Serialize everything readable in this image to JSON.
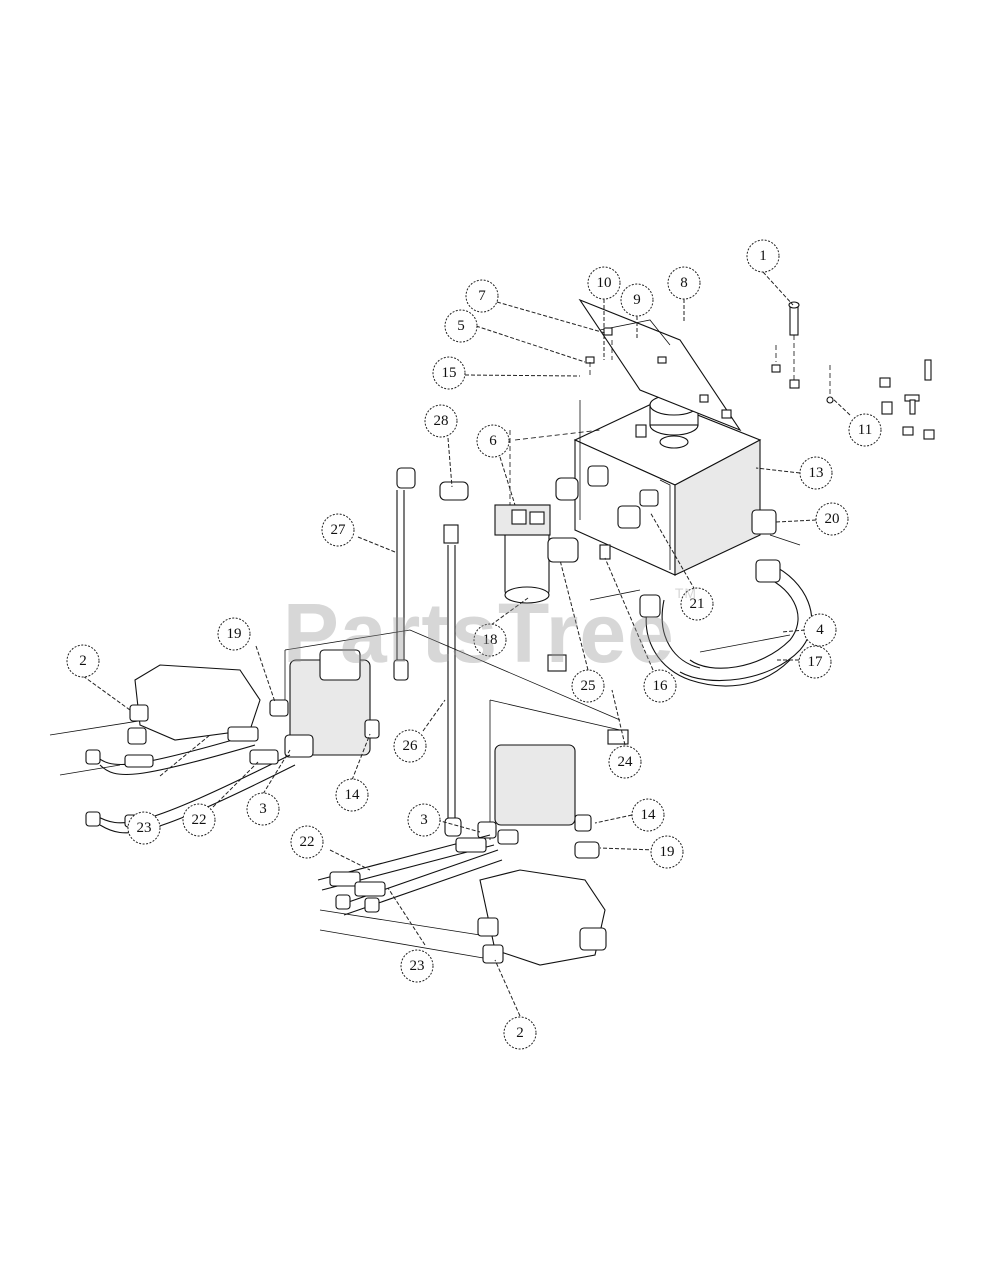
{
  "watermark": {
    "brand": "PartsTree",
    "trademark": "TM"
  },
  "callouts": [
    "1",
    "2",
    "3",
    "4",
    "5",
    "6",
    "7",
    "8",
    "9",
    "10",
    "11",
    "13",
    "14",
    "15",
    "16",
    "17",
    "18",
    "19",
    "20",
    "21",
    "22",
    "23",
    "24",
    "25",
    "26",
    "27",
    "28"
  ],
  "colors": {
    "line": "#111111",
    "background": "#ffffff",
    "watermark": "#969696"
  }
}
